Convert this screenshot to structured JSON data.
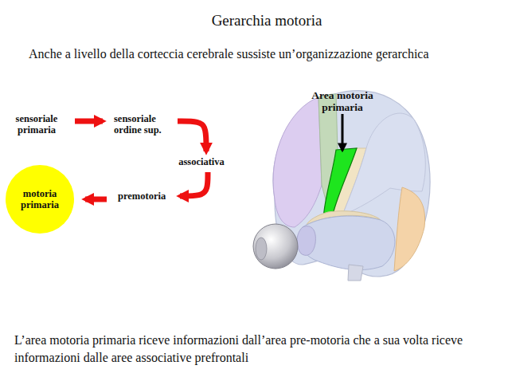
{
  "diagram": {
    "title": "Gerarchia motoria",
    "caption": "L’area motoria primaria riceve informazioni dall’area pre-motoria che a sua volta riceve informazioni dalle aree associative prefrontali",
    "nodes": [
      {
        "text": [
          "sensoriale primaria"
        ]
      },
      {
        "text": [
          "sensoriale ordine sup."
        ]
      },
      {
        "text": [
          "associativa"
        ]
      },
      {
        "text": [
          "premotoria"
        ]
      },
      {
        "text": [
          "motoria primaria"
        ]
      }
    ],
    "edges": [
      {
        "from": 0,
        "to": 1,
        "arrow": "to"
      },
      {
        "from": 1,
        "to": 2,
        "arrow": "to"
      },
      {
        "from": 2,
        "to": 3,
        "arrow": "to"
      },
      {
        "from": 3,
        "to": 4,
        "arrow": "to"
      }
    ],
    "labels": [
      "Anche a livello della corteccia cerebrale sussiste un’organizzazione gerarchica",
      "Area motoria primaria"
    ]
  }
}
